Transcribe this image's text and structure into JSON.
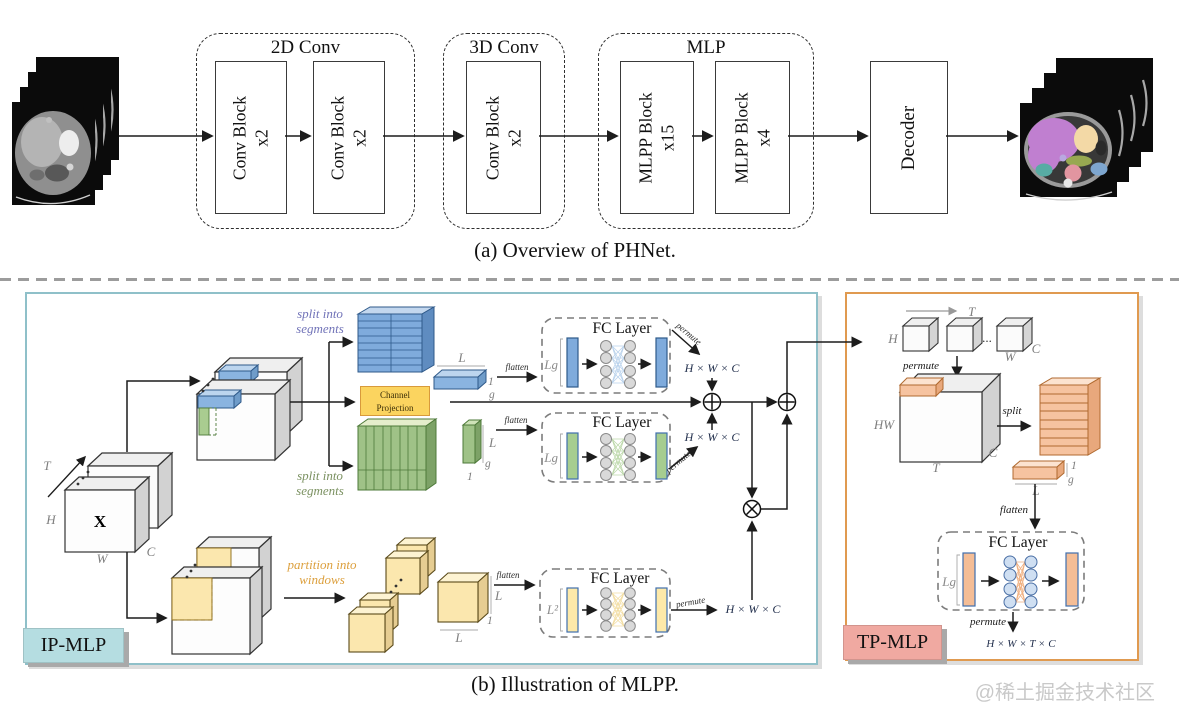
{
  "panel_a": {
    "caption": "(a) Overview of PHNet.",
    "groups": [
      {
        "title": "2D Conv",
        "blocks": [
          {
            "name": "Conv Block",
            "mult": "x2"
          },
          {
            "name": "Conv Block",
            "mult": "x2"
          }
        ]
      },
      {
        "title": "3D Conv",
        "blocks": [
          {
            "name": "Conv Block",
            "mult": "x2"
          }
        ]
      },
      {
        "title": "MLP",
        "blocks": [
          {
            "name": "MLPP Block",
            "mult": "x15"
          },
          {
            "name": "MLPP Block",
            "mult": "x4"
          }
        ]
      }
    ],
    "decoder_label": "Decoder"
  },
  "panel_b": {
    "caption": "(b) Illustration of MLPP.",
    "ip": {
      "label": "IP-MLP",
      "tensor_x": "X",
      "dim_t": "T",
      "dim_h": "H",
      "dim_w": "W",
      "dim_c": "C",
      "dim_l": "L",
      "dim_1": "1",
      "dim_g": "g",
      "dim_l2": "L²",
      "split_into": "split into",
      "segments": "segments",
      "partition_into": "partition into",
      "windows": "windows",
      "channel": "Channel",
      "projection": "Projection",
      "flatten": "flatten",
      "permute": "permute",
      "fc_title": "FC Layer",
      "fc_in": "Lg",
      "out_hwc": "H × W × C"
    },
    "tp": {
      "label": "TP-MLP",
      "dim_t": "T",
      "dim_h": "H",
      "dim_w": "W",
      "dim_c": "C",
      "dim_hw": "HW",
      "dots": "...",
      "dim_1": "1",
      "dim_g": "g",
      "dim_l": "L",
      "permute": "permute",
      "split": "split",
      "flatten": "flatten",
      "fc_title": "FC Layer",
      "fc_in": "Lg",
      "out": "H × W × T × C"
    }
  },
  "watermark": "@稀土掘金技术社区",
  "colors": {
    "ip_border": "#8fc0c9",
    "tp_border": "#e09a50",
    "ip_label_bg": "#b5dde1",
    "tp_label_bg": "#f0a9a1",
    "blue": "#7fabdc",
    "green": "#9fc287",
    "yellow": "#fbe7ae",
    "salmon": "#f6c3a0",
    "channel_projection_bg": "#fbd45f"
  }
}
